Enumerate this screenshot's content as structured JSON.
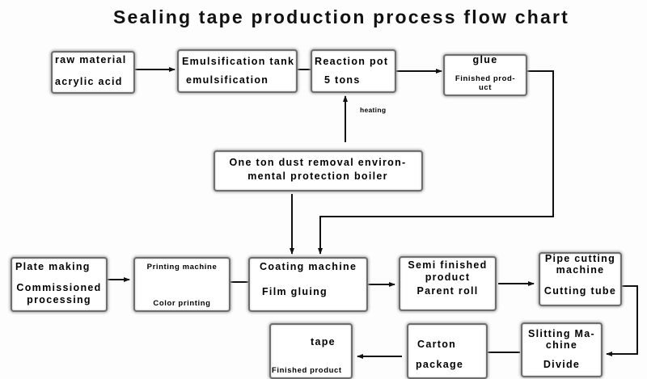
{
  "title": "Sealing tape production process flow chart",
  "nodes": {
    "raw_material": {
      "line1": "raw material",
      "line2": "acrylic acid"
    },
    "emulsification_tank": {
      "line1": "Emulsification tank",
      "line2": "emulsification"
    },
    "reaction_pot": {
      "line1": "Reaction pot",
      "line2": "5 tons"
    },
    "glue": {
      "line1": "glue",
      "line2": "Finished prod-",
      "line3": "uct"
    },
    "boiler": {
      "line1": "One ton dust removal environ-",
      "line2": "mental protection boiler"
    },
    "plate_making": {
      "line1": "Plate making",
      "line2": "Commissioned",
      "line3": "processing"
    },
    "printing_machine": {
      "line1": "Printing machine",
      "line2": "Color printing"
    },
    "coating_machine": {
      "line1": "Coating machine",
      "line2": "Film gluing"
    },
    "semi_finished": {
      "line1": "Semi finished",
      "line2": "product",
      "line3": "Parent roll"
    },
    "pipe_cutting": {
      "line1": "Pipe cutting",
      "line2": "machine",
      "line3": "Cutting tube"
    },
    "slitting_machine": {
      "line1": "Slitting Ma-",
      "line2": "chine",
      "line3": "Divide"
    },
    "carton": {
      "line1": "Carton",
      "line2": "package"
    },
    "tape": {
      "line1": "tape",
      "line2": "Finished product"
    }
  },
  "edge_labels": {
    "heating": "heating"
  },
  "edges": [
    {
      "from": "raw_material",
      "to": "emulsification_tank",
      "type": "arrow"
    },
    {
      "from": "emulsification_tank",
      "to": "reaction_pot",
      "type": "line"
    },
    {
      "from": "reaction_pot",
      "to": "glue",
      "type": "arrow"
    },
    {
      "from": "boiler",
      "to": "reaction_pot",
      "type": "arrow",
      "label": "heating"
    },
    {
      "from": "boiler",
      "to": "coating_machine",
      "type": "arrow"
    },
    {
      "from": "glue",
      "to": "coating_machine",
      "type": "arrow"
    },
    {
      "from": "plate_making",
      "to": "printing_machine",
      "type": "arrow"
    },
    {
      "from": "printing_machine",
      "to": "coating_machine",
      "type": "line"
    },
    {
      "from": "coating_machine",
      "to": "semi_finished",
      "type": "arrow"
    },
    {
      "from": "semi_finished",
      "to": "pipe_cutting",
      "type": "arrow"
    },
    {
      "from": "pipe_cutting",
      "to": "slitting_machine",
      "type": "arrow"
    },
    {
      "from": "slitting_machine",
      "to": "carton",
      "type": "line"
    },
    {
      "from": "carton",
      "to": "tape",
      "type": "arrow"
    }
  ]
}
